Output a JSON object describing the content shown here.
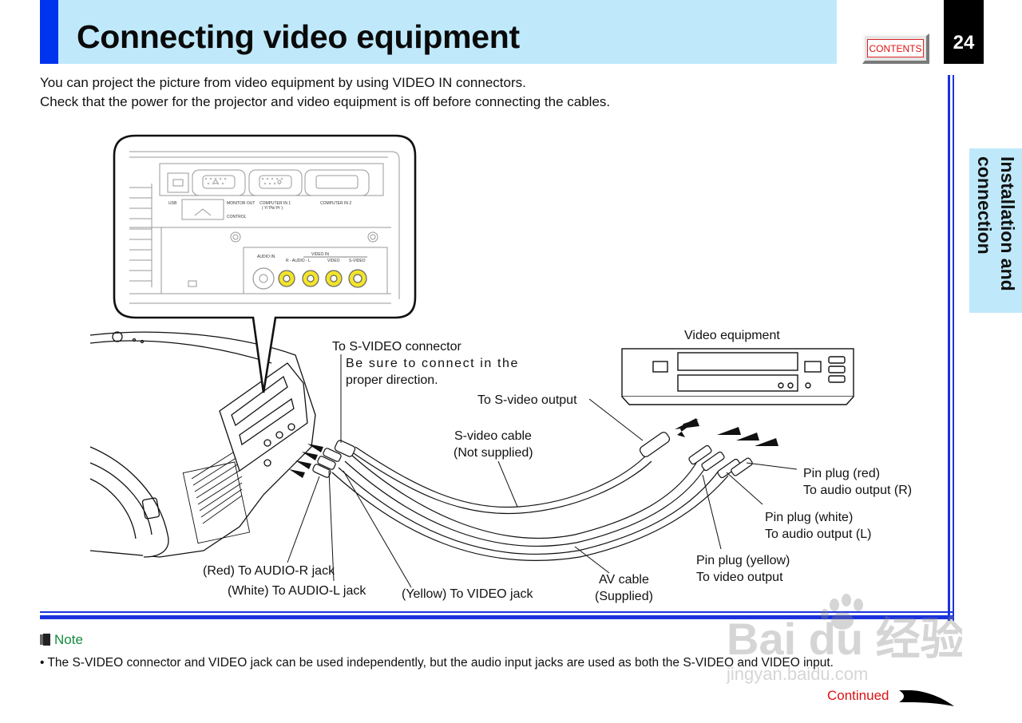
{
  "header": {
    "title": "Connecting video equipment",
    "contents_label": "CONTENTS",
    "page_number": "24",
    "side_tab_label": "Installation and connection"
  },
  "intro": {
    "line1": "You can project the picture from video equipment by using VIDEO IN connectors.",
    "line2": "Check that the power for the projector and video equipment is off before connecting the cables."
  },
  "diagram": {
    "panel": {
      "usb": "USB",
      "monitor_out": "MONITOR OUT",
      "control": "CONTROL",
      "computer_in_1": "COMPUTER IN 1",
      "computer_in_1_sub": "( Y/ Pb/ Pr )",
      "computer_in_2": "COMPUTER IN 2",
      "audio_in": "AUDIO IN",
      "video_in": "VIDEO IN",
      "r_audio_l": "R - AUDIO - L",
      "video": "VIDEO",
      "s_video": "S-VIDEO"
    },
    "labels": {
      "to_svideo_connector": "To S-VIDEO connector",
      "be_sure_1": "Be sure to connect in the",
      "be_sure_2": "proper direction.",
      "video_equipment": "Video equipment",
      "to_svideo_output": "To S-video output",
      "svideo_cable_1": "S-video cable",
      "svideo_cable_2": "(Not supplied)",
      "pin_red_1": "Pin plug (red)",
      "pin_red_2": "To audio output (R)",
      "pin_white_1": "Pin plug (white)",
      "pin_white_2": "To audio output (L)",
      "pin_yellow_1": "Pin plug (yellow)",
      "pin_yellow_2": "To video output",
      "av_cable_1": "AV cable",
      "av_cable_2": "(Supplied)",
      "red_audio_r": "(Red) To AUDIO-R jack",
      "white_audio_l": "(White) To AUDIO-L jack",
      "yellow_video": "(Yellow) To VIDEO jack"
    }
  },
  "note": {
    "label": "Note",
    "text": "• The S-VIDEO connector and VIDEO jack can be used independently, but the audio input jacks are used as both the S-VIDEO and VIDEO input."
  },
  "footer": {
    "continued_label": "Continued"
  },
  "watermark": {
    "main": "Bai du 经验",
    "sub": "jingyan.baidu.com"
  }
}
